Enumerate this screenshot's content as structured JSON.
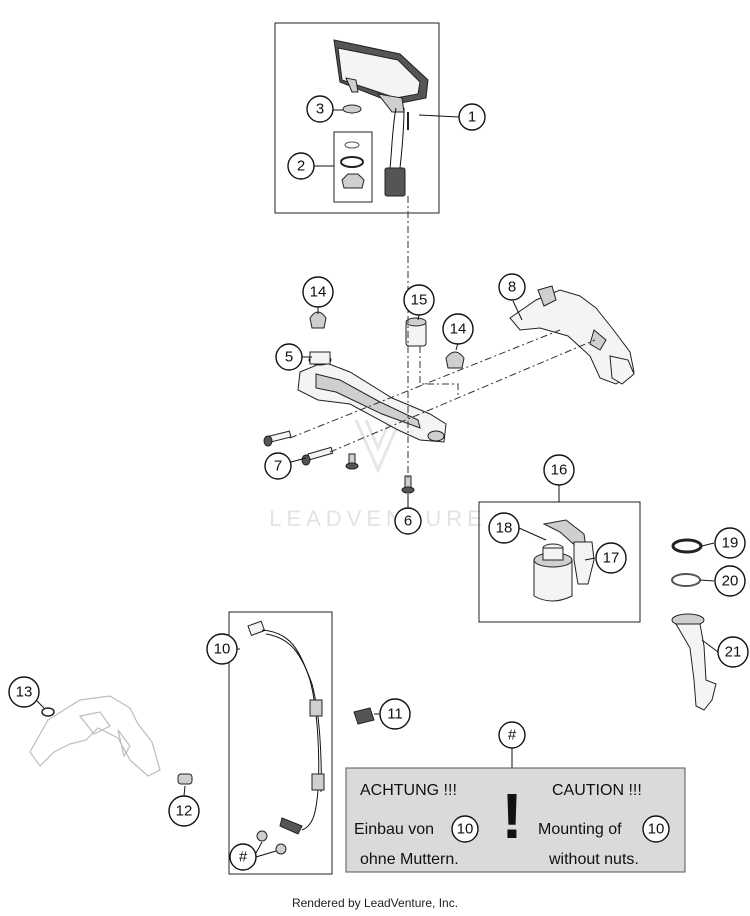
{
  "diagram": {
    "callouts": [
      "1",
      "2",
      "3",
      "5",
      "6",
      "7",
      "8",
      "10",
      "11",
      "12",
      "13",
      "14",
      "14",
      "15",
      "16",
      "17",
      "18",
      "19",
      "20",
      "21",
      "#",
      "#"
    ],
    "watermark": "LEADVENTURE",
    "notice": {
      "exclamation": "!",
      "de_heading": "ACHTUNG !!!",
      "de_line1": "Einbau von",
      "de_ref": "10",
      "de_line2": "ohne Muttern.",
      "en_heading": "CAUTION !!!",
      "en_line1": "Mounting of",
      "en_ref": "10",
      "en_line2": "without nuts."
    }
  },
  "footer": {
    "text": "Rendered by LeadVenture, Inc."
  }
}
